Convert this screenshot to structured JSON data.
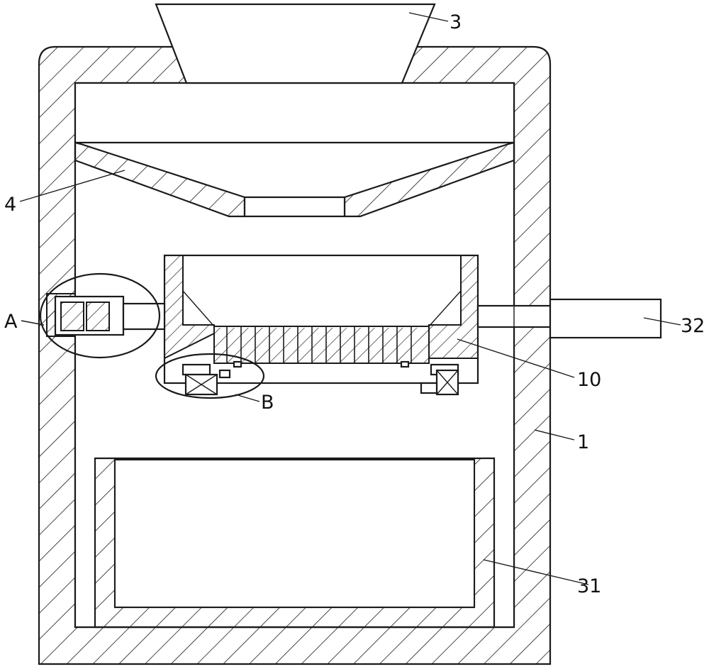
{
  "labels": {
    "l3": "3",
    "l4": "4",
    "lA": "A",
    "l32": "32",
    "l10": "10",
    "lB": "B",
    "l1": "1",
    "l31": "31"
  },
  "colors": {
    "stroke": "#1a1a1a",
    "background": "#ffffff"
  }
}
